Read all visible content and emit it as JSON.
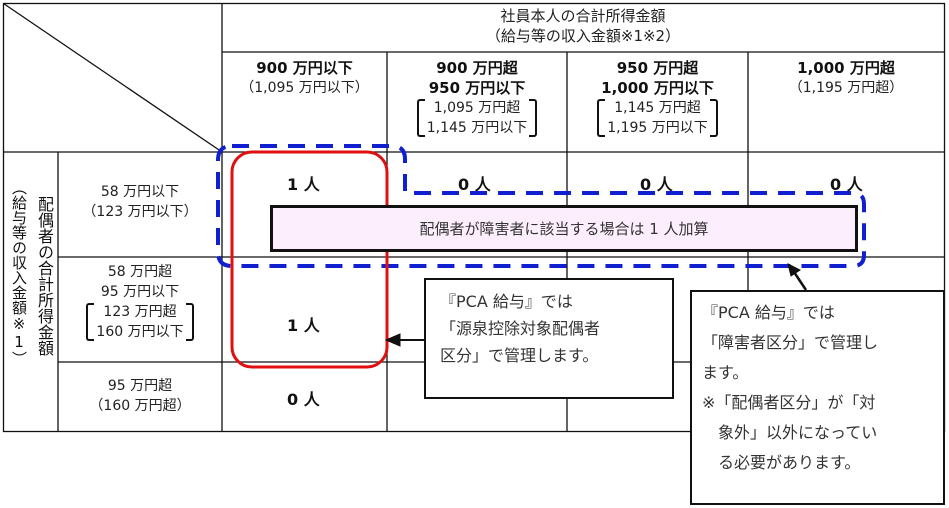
{
  "header": {
    "title_line1": "社員本人の合計所得金額",
    "title_line2": "（給与等の収入金額※1※2）",
    "columns": [
      {
        "main": [
          "900 万円以下"
        ],
        "sub": [
          "（1,095 万円以下）"
        ],
        "sub_bracketed": false
      },
      {
        "main": [
          "900 万円超",
          "950 万円以下"
        ],
        "sub": [
          "1,095 万円超",
          "1,145 万円以下"
        ],
        "sub_bracketed": true
      },
      {
        "main": [
          "950 万円超",
          "1,000 万円以下"
        ],
        "sub": [
          "1,145 万円超",
          "1,195 万円以下"
        ],
        "sub_bracketed": true
      },
      {
        "main": [
          "1,000 万円超"
        ],
        "sub": [
          "（1,195 万円超）"
        ],
        "sub_bracketed": false
      }
    ]
  },
  "row_header": {
    "vertical_title": "配偶者の合計所得金額",
    "vertical_subtitle": "（給与等の収入金額※1）",
    "rows": [
      {
        "main": [
          "58 万円以下"
        ],
        "sub": [
          "（123 万円以下）"
        ],
        "sub_bracketed": false
      },
      {
        "main": [
          "58 万円超",
          "95 万円以下"
        ],
        "sub": [
          "123 万円超",
          "160 万円以下"
        ],
        "sub_bracketed": true
      },
      {
        "main": [
          "95 万円超"
        ],
        "sub": [
          "（160 万円超）"
        ],
        "sub_bracketed": false
      }
    ]
  },
  "cells": [
    [
      "1 人",
      "0 人",
      "0 人",
      "0 人"
    ],
    [
      "1 人",
      "",
      "",
      ""
    ],
    [
      "0 人",
      "",
      "",
      ""
    ]
  ],
  "disability_note": "配偶者が障害者に該当する場合は 1 人加算",
  "callout_left": {
    "lines": [
      "『PCA 給与』では",
      "「源泉控除対象配偶者",
      "区分」で管理します。"
    ]
  },
  "callout_right": {
    "lines": [
      "『PCA 給与』では",
      "「障害者区分」で管理し",
      "ます。",
      "※「配偶者区分」が「対",
      "　象外」以外になってい",
      "　る必要があります。"
    ]
  },
  "colors": {
    "highlight_red": "#e01010",
    "highlight_blue": "#1020d0",
    "note_fill": "#fdeefd"
  }
}
